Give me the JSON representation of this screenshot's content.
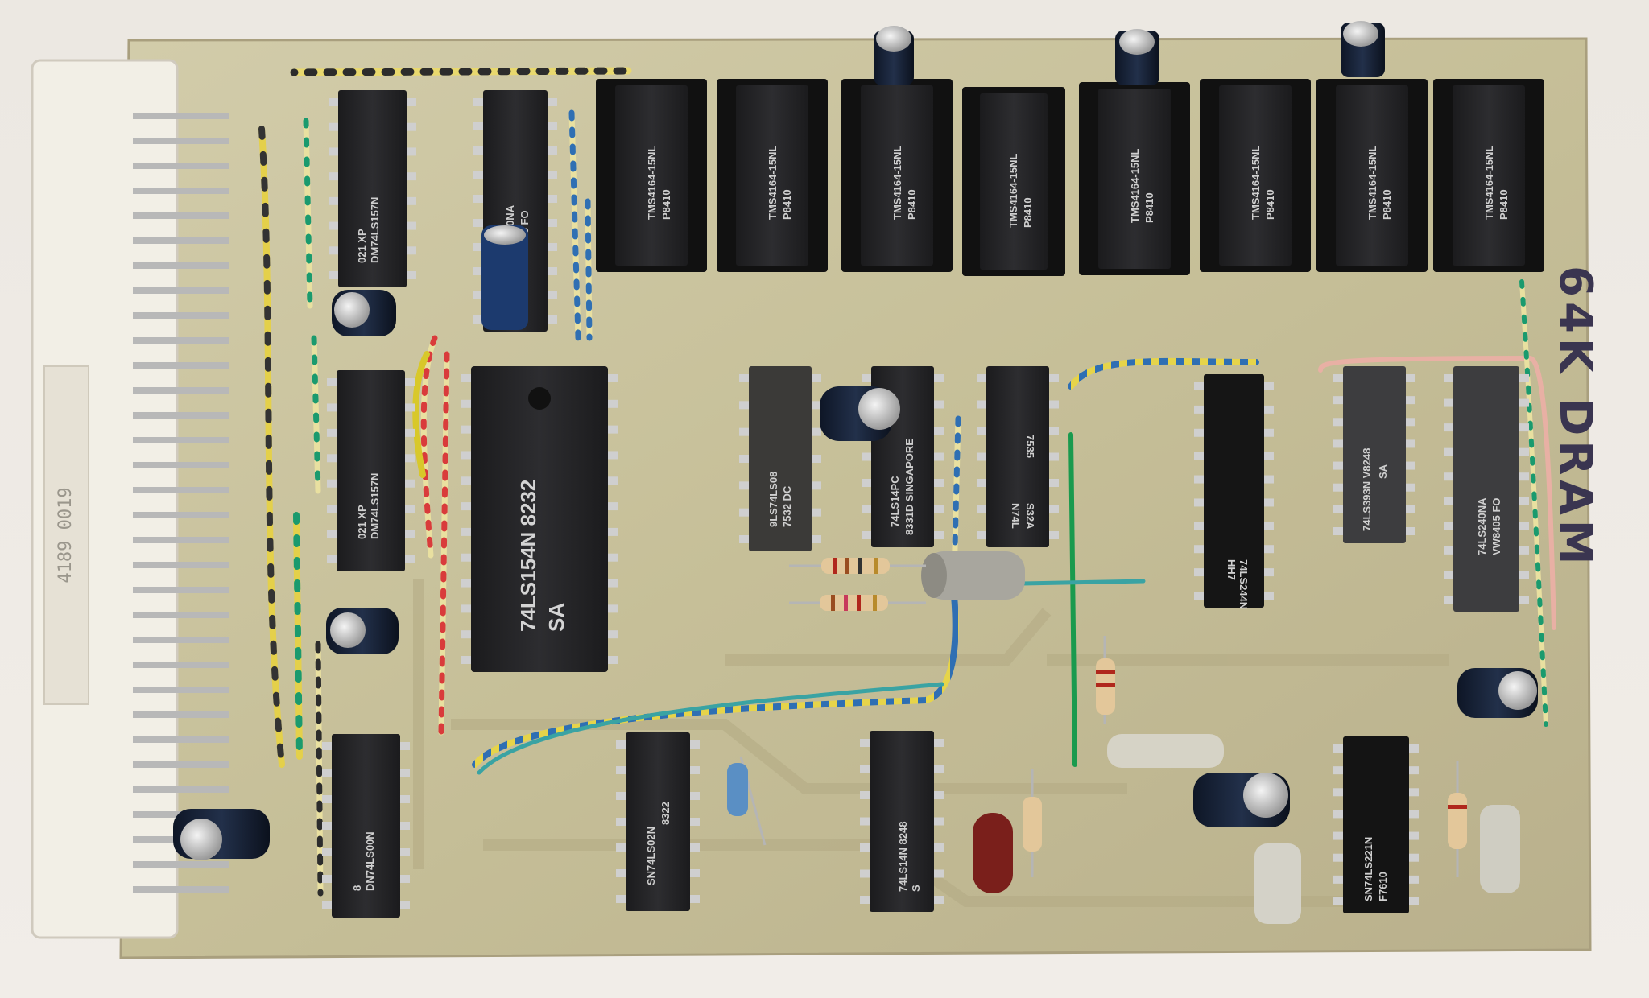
{
  "board": {
    "handwritten_label": "64K DRAM",
    "connector_text": "4189 0019"
  },
  "chips": {
    "ram_1_line1": "TMS4164-15NL",
    "ram_1_line2": "P8410",
    "ram_2_line1": "TMS4164-15NL",
    "ram_2_line2": "P8410",
    "ram_3_line1": "TMS4164-15NL",
    "ram_3_line2": "P8410",
    "ram_4_line1": "TMS4164-15NL",
    "ram_4_line2": "P8410",
    "ram_5_line1": "TMS4164-15NL",
    "ram_5_line2": "P8410",
    "ram_6_line1": "TMS4164-15NL",
    "ram_6_line2": "P8410",
    "ram_7_line1": "TMS4164-15NL",
    "ram_7_line2": "P8410",
    "ram_8_line1": "TMS4164-15NL",
    "ram_8_line2": "P8410",
    "mux_a_line1": "DM74LS157N",
    "mux_a_line2": "021 XP",
    "mux_b_line1": "DM74LS157N",
    "mux_b_line2": "021 XP",
    "buffer_a_line1": "LS240NA",
    "buffer_a_line2": "8405 FO",
    "decoder_line1": "74LS154N 8232",
    "decoder_line2": "SA",
    "and_gate_line1": "9LS74LS08",
    "and_gate_line2": "7532 DC",
    "schmitt_a_line1": "74LS14PC",
    "schmitt_a_line2": "8331D SINGAPORE",
    "nand_line1": "S32A",
    "nand_line2": "N74L",
    "nand_line3": "7535",
    "latch_line1": "74LS244N",
    "latch_line2": "HH7",
    "counter_line1": "74LS393N V8248",
    "counter_line2": "SA",
    "buffer_b_line1": "74LS240NA",
    "buffer_b_line2": "VW8405 FO",
    "nand_b_line1": "DN74LS00N",
    "nand_b_line2": "8",
    "nor_line1": "SN74LS02N",
    "nor_line2": "8322",
    "schmitt_b_line1": "74LS14N 8248",
    "schmitt_b_line2": "S",
    "oneshot_line1": "SN74LS221N",
    "oneshot_line2": "F7610"
  },
  "colors": {
    "pcb": "#c9c39a",
    "chip": "#262628",
    "connector": "#f2efe6",
    "marker": "#3a3550"
  }
}
